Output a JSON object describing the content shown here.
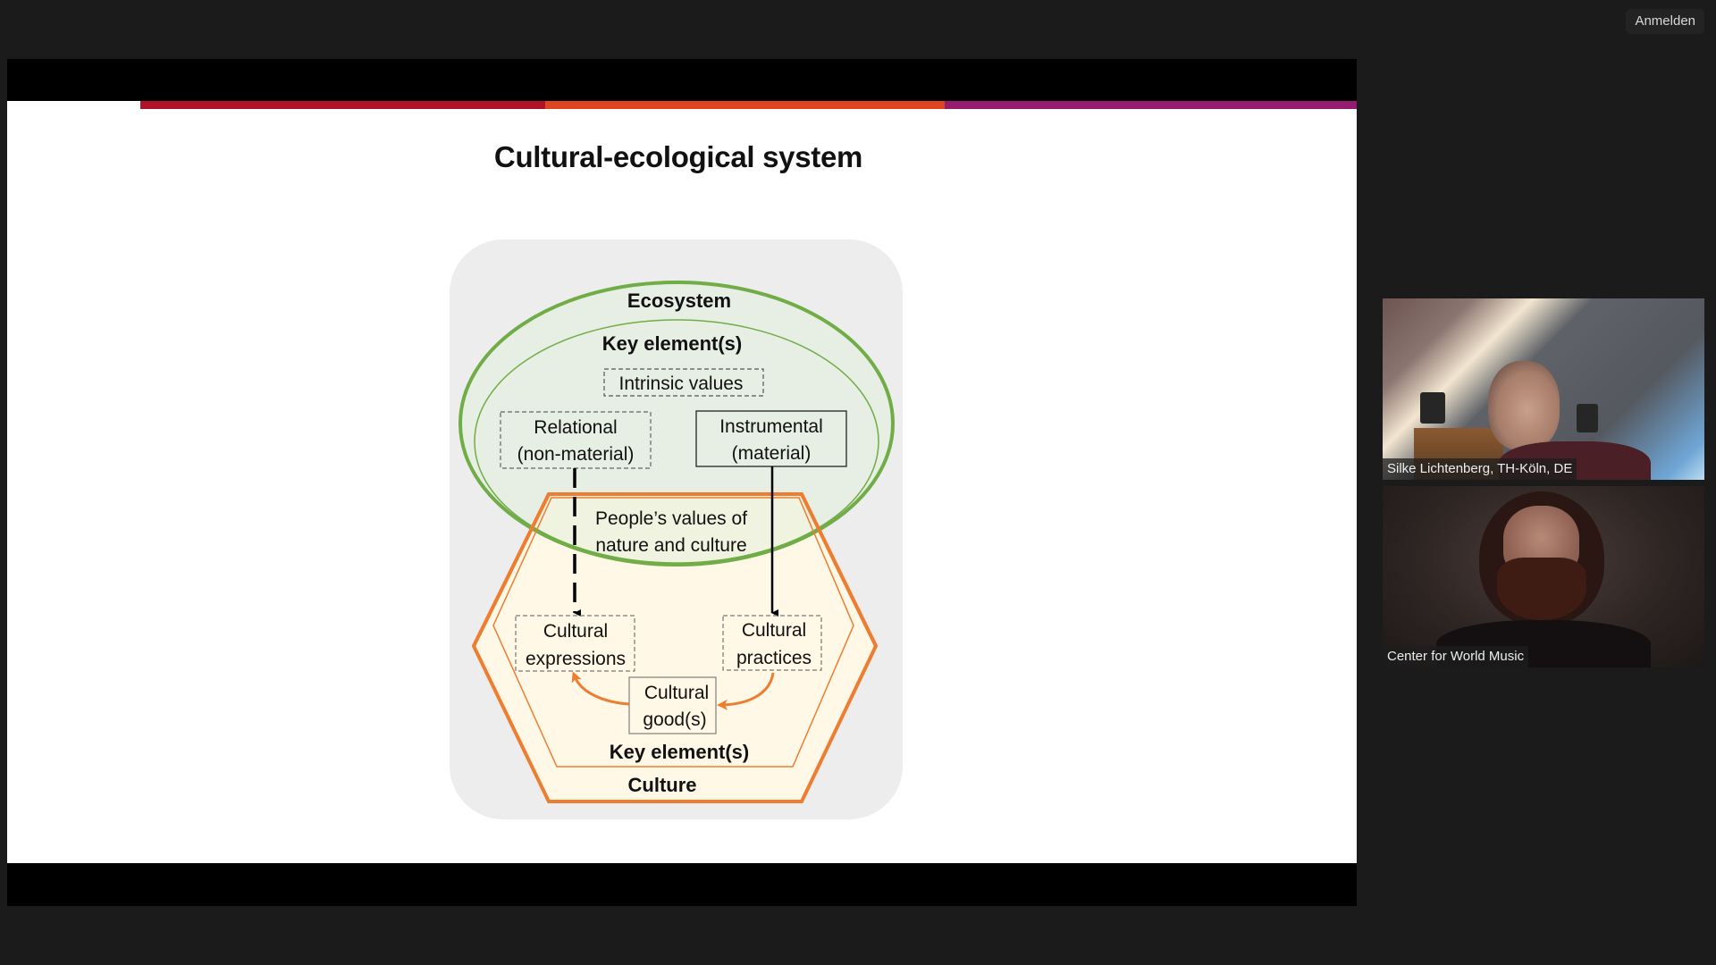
{
  "app": {
    "sign_in_label": "Anmelden"
  },
  "slide": {
    "title": "Cultural-ecological system",
    "accent_colors": {
      "red": "#b0122a",
      "orange": "#dc4520",
      "purple": "#951b6e"
    },
    "diagram": {
      "ecosystem_label": "Ecosystem",
      "ecosystem_key_elements_label": "Key element(s)",
      "intrinsic_values": "Intrinsic values",
      "relational": [
        "Relational",
        "(non-material)"
      ],
      "instrumental": [
        "Instrumental",
        "(material)"
      ],
      "peoples_values": [
        "People’s values of",
        "nature and culture"
      ],
      "cultural_expressions": [
        "Cultural",
        "expressions"
      ],
      "cultural_practices": [
        "Cultural",
        "practices"
      ],
      "cultural_goods": [
        "Cultural",
        "good(s)"
      ],
      "culture_key_elements_label": "Key element(s)",
      "culture_label": "Culture",
      "colors": {
        "ecosystem_stroke": "#70ad47",
        "ecosystem_fill": "#e2efda",
        "culture_stroke": "#ed7d31",
        "culture_fill": "#fff8e6",
        "panel_fill": "#ededed"
      }
    }
  },
  "participants": [
    {
      "name": "Silke Lichtenberg, TH-Köln, DE"
    },
    {
      "name": "Center for World Music"
    }
  ]
}
